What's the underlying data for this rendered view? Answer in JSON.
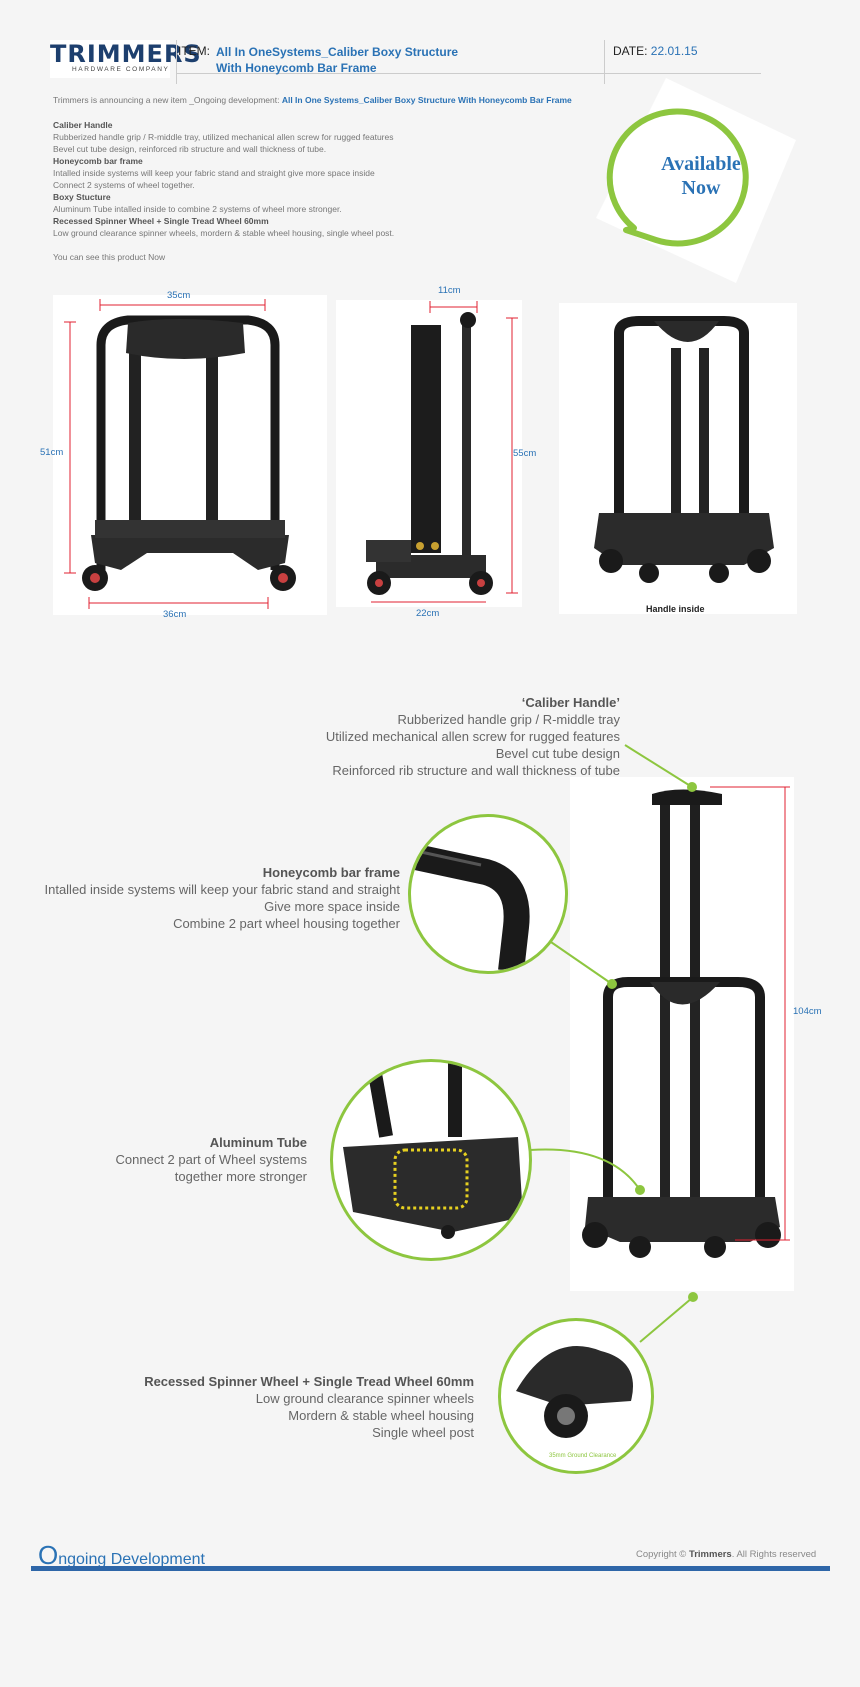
{
  "header": {
    "logo_main": "TRIMMERS",
    "logo_sub": "HARDWARE COMPANY",
    "item_label": "ITEM:",
    "item_title_line1": "All In OneSystems_Caliber Boxy Structure",
    "item_title_line2": "With Honeycomb Bar Frame",
    "date_label": "DATE:",
    "date_value": "22.01.15"
  },
  "intro": {
    "prefix": "Trimmers is announcing a new item _Ongoing  development: ",
    "product": "All In One Systems_Caliber Boxy Structure With Honeycomb Bar Frame"
  },
  "description": [
    {
      "text": "Caliber Handle",
      "heading": true
    },
    {
      "text": "Rubberized handle grip / R-middle tray, utilized mechanical allen screw for rugged features",
      "heading": false
    },
    {
      "text": "Bevel cut tube design, reinforced rib structure and wall thickness of tube.",
      "heading": false
    },
    {
      "text": "Honeycomb bar frame",
      "heading": true
    },
    {
      "text": "Intalled inside systems will keep your fabric stand and straight give more space inside",
      "heading": false
    },
    {
      "text": "Connect 2 systems of wheel together.",
      "heading": false
    },
    {
      "text": "Boxy Stucture",
      "heading": true
    },
    {
      "text": "Aluminum Tube intalled inside to combine 2 systems of wheel more stronger.",
      "heading": false
    },
    {
      "text": "Recessed Spinner Wheel  + Single Tread Wheel 60mm",
      "heading": true
    },
    {
      "text": "Low ground clearance spinner wheels, mordern & stable wheel housing, single wheel post.",
      "heading": false
    }
  ],
  "see_text": "You can see this product Now",
  "badge": {
    "line1": "Available",
    "line2": "Now"
  },
  "dimensions": {
    "front_top": "35cm",
    "front_side": "51cm",
    "front_bottom": "36cm",
    "side_top": "11cm",
    "side_side": "55cm",
    "side_bottom": "22cm",
    "full_height": "104cm"
  },
  "caption_handle_inside": "Handle inside",
  "callouts": {
    "caliber": {
      "title": "‘Caliber Handle’",
      "lines": [
        "Rubberized handle grip / R-middle tray",
        "Utilized mechanical allen screw for rugged features",
        "Bevel cut tube design",
        "Reinforced rib structure and wall thickness of tube"
      ]
    },
    "honeycomb": {
      "title": "Honeycomb bar frame",
      "lines": [
        "Intalled inside systems will keep your fabric stand and straight",
        "Give more space inside",
        "Combine 2 part wheel housing together"
      ]
    },
    "aluminum": {
      "title": "Aluminum Tube",
      "lines": [
        "Connect 2 part of Wheel systems",
        "together more stronger"
      ]
    },
    "wheel": {
      "title": "Recessed Spinner Wheel  +  Single Tread Wheel 60mm",
      "lines": [
        "Low ground clearance spinner wheels",
        "Mordern & stable wheel housing",
        "Single wheel post"
      ]
    }
  },
  "wheel_clearance_label": "35mm Ground Clearance",
  "footer": {
    "title_big": "O",
    "title_rest": "ngoing Development",
    "copy_prefix": "Copyright © ",
    "copy_brand": "Trimmers",
    "copy_suffix": ".   All Rights reserved"
  },
  "colors": {
    "accent": "#2a72b5",
    "green": "#8dc63f",
    "dim_red": "#e02030",
    "footer_bar": "#2e66a8"
  }
}
